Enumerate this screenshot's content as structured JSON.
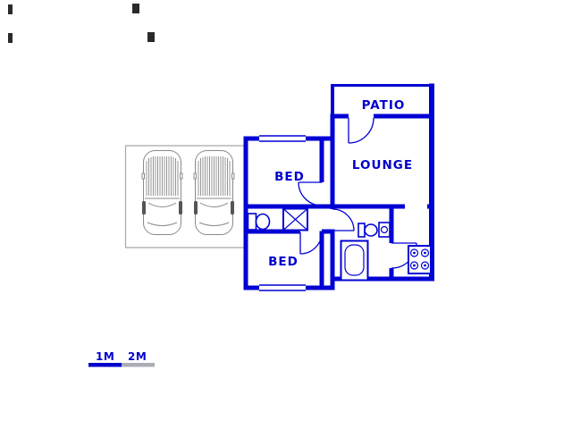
{
  "floorplan": {
    "rooms": {
      "patio": "PATIO",
      "lounge": "LOUNGE",
      "bed1": "BED",
      "bed2": "BED"
    },
    "scale": {
      "m1": "1M",
      "m2": "2M"
    }
  },
  "colors": {
    "wall": "#0000d4",
    "label": "#0000cc",
    "fixture": "#0000d4",
    "car": "#8a8a8a",
    "carport": "#a8a8a8",
    "scale_bar_1": "#0000cc",
    "scale_bar_2": "#a9adb5",
    "stray": "#2a2a2a",
    "background": "#ffffff"
  }
}
